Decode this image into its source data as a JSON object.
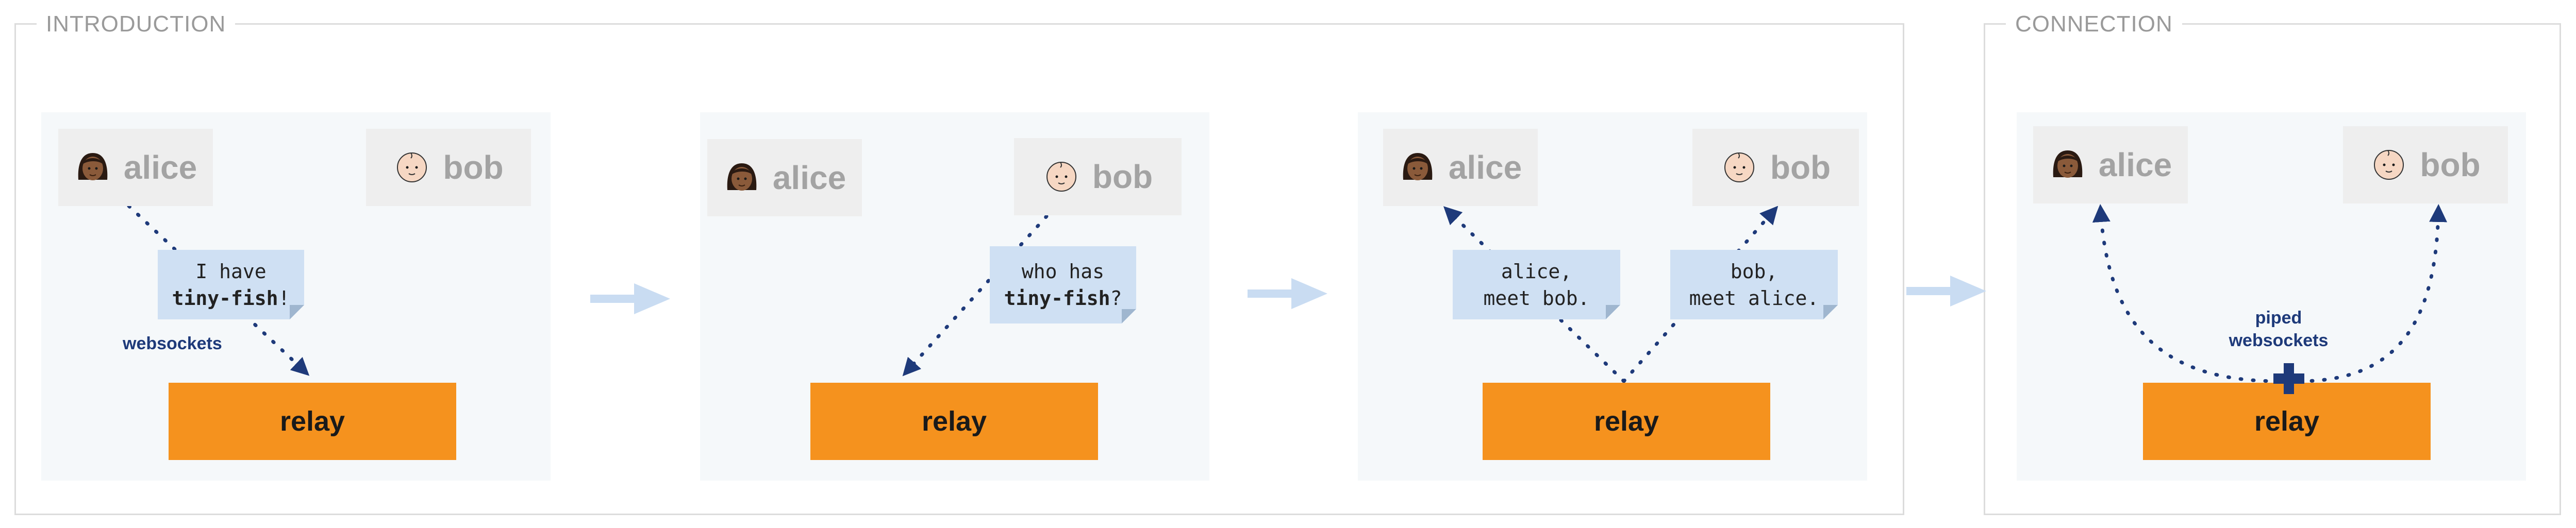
{
  "groups": {
    "introduction": "INTRODUCTION",
    "connection": "CONNECTION"
  },
  "people": {
    "alice": "alice",
    "bob": "bob"
  },
  "relay_label": "relay",
  "panel1": {
    "note_line1": "I have",
    "note_bold": "tiny-fish",
    "note_suffix": "!",
    "edge_label": "websockets"
  },
  "panel2": {
    "note_line1": "who has",
    "note_bold": "tiny-fish",
    "note_suffix": "?"
  },
  "panel3": {
    "note_left_line1": "alice,",
    "note_left_line2": "meet bob.",
    "note_right_line1": "bob,",
    "note_right_line2": "meet alice."
  },
  "panel4": {
    "label_line1": "piped",
    "label_line2": "websockets"
  },
  "colors": {
    "relay": "#f5921e",
    "note": "#cfe0f3",
    "arrow": "#1e3a7a",
    "flow_arrow": "#c9dcf2"
  },
  "icons": {
    "alice": "woman-dark-skin-icon",
    "bob": "baby-face-icon"
  }
}
